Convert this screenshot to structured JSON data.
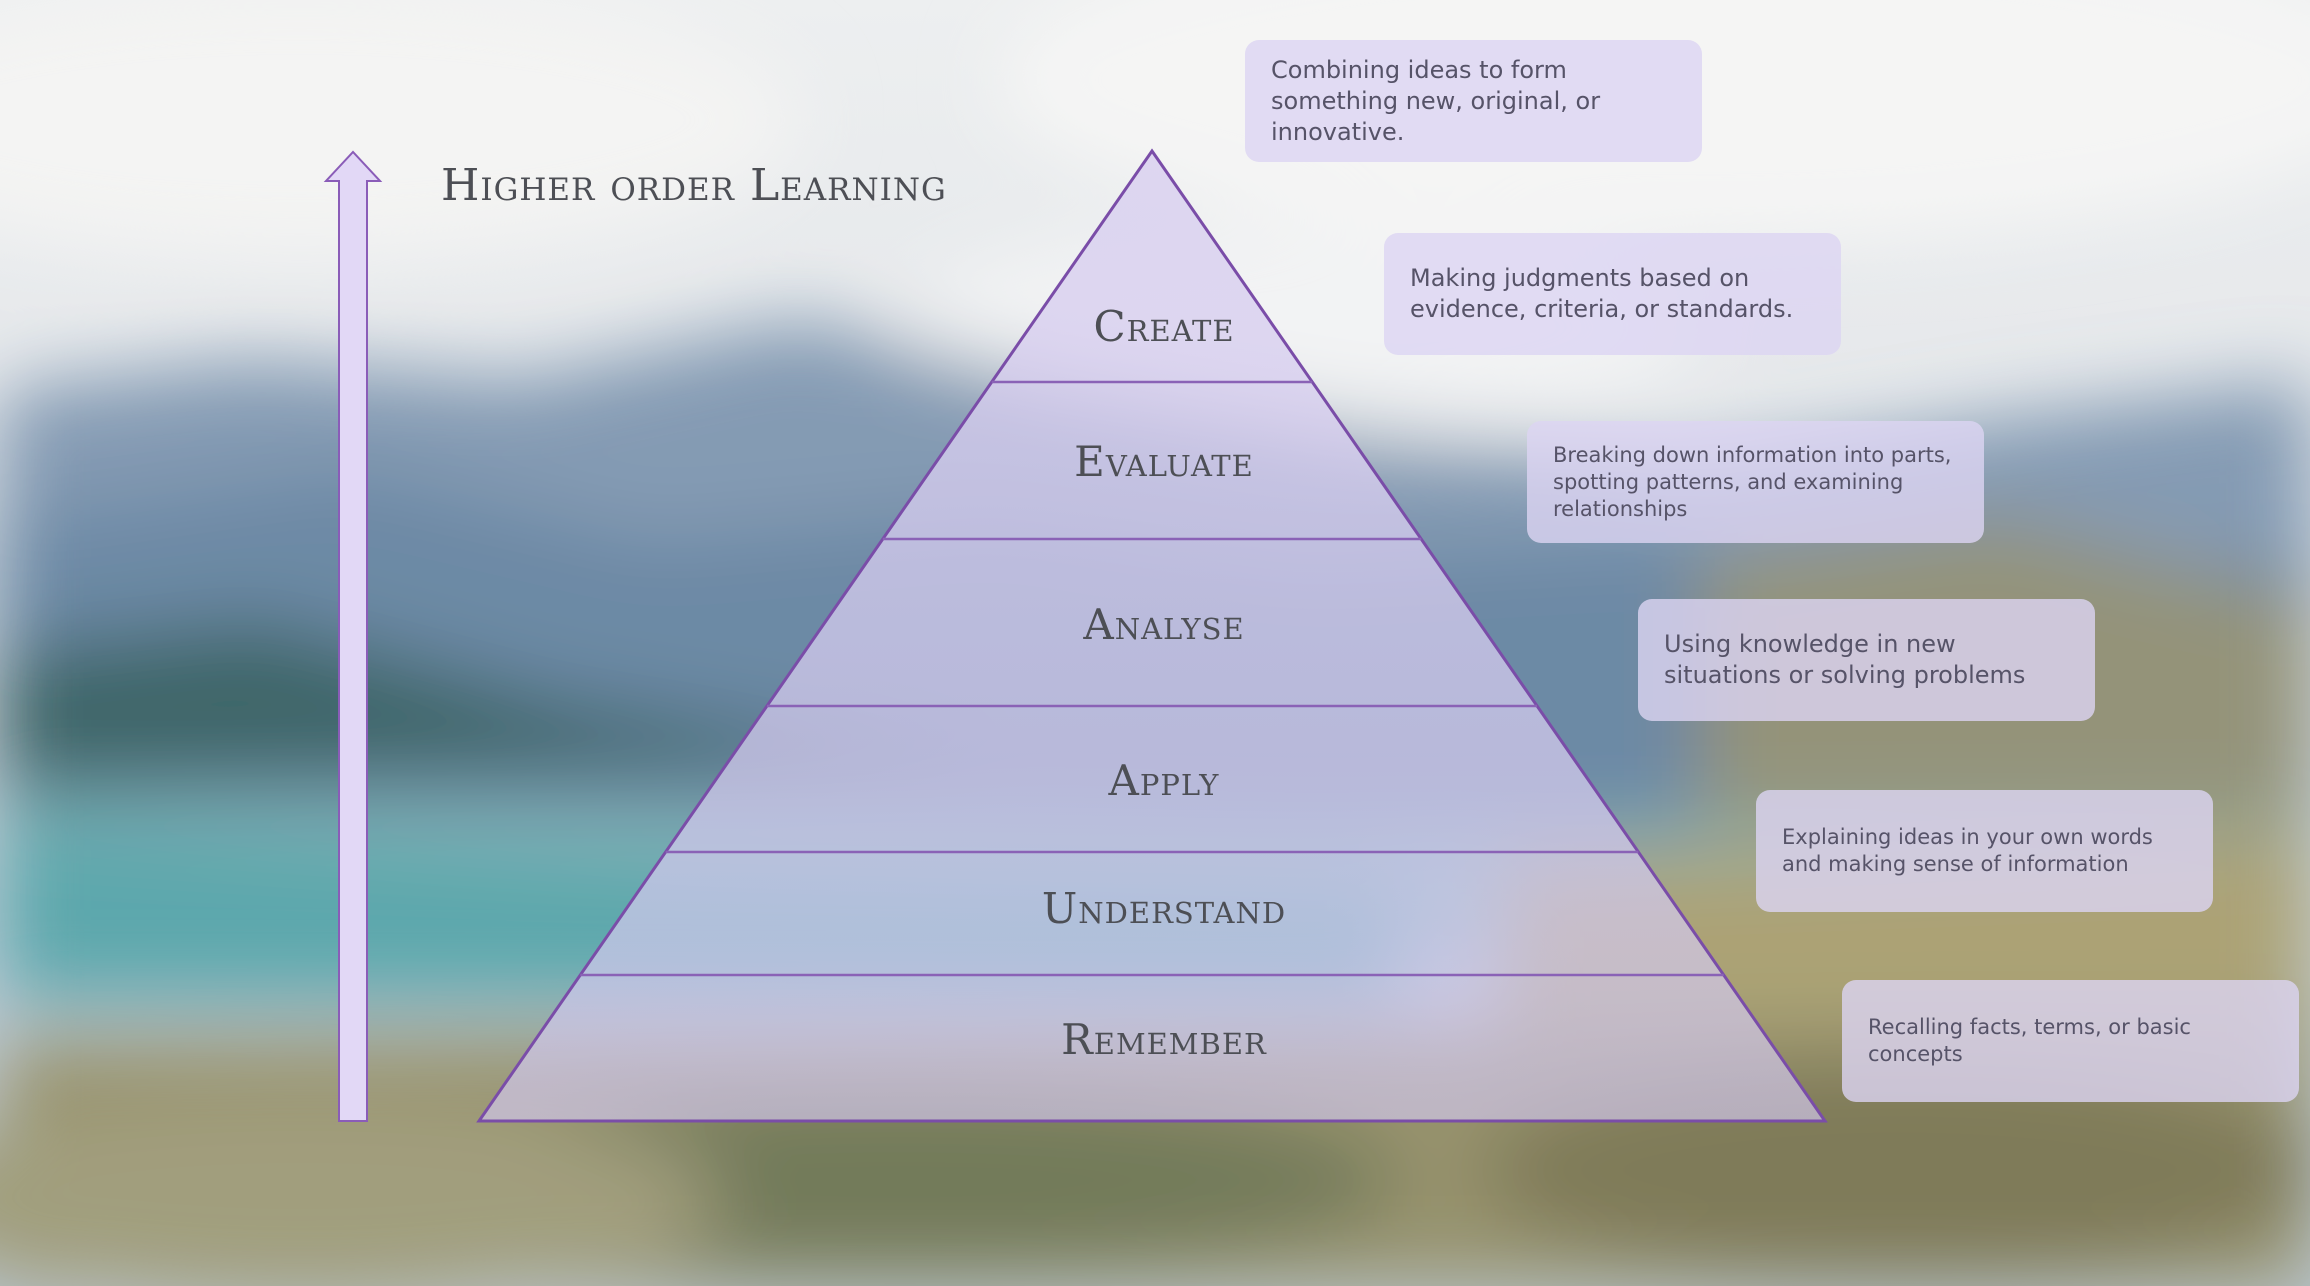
{
  "heading": "Higher order Learning",
  "levels": [
    {
      "name": "Create",
      "description": "Combining ideas to form something new, original, or innovative."
    },
    {
      "name": "Evaluate",
      "description": "Making judgments based on evidence, criteria, or standards."
    },
    {
      "name": "Analyse",
      "description": "Breaking down information into parts, spotting patterns, and examining relationships"
    },
    {
      "name": "Apply",
      "description": "Using knowledge in new situations or solving problems"
    },
    {
      "name": "Understand",
      "description": "Explaining ideas in your own words and making sense of information"
    },
    {
      "name": "Remember",
      "description": "Recalling facts, terms, or basic concepts"
    }
  ],
  "colors": {
    "accent": "#7a4da8",
    "pyramid_fill": "#d9d0f0",
    "card_fill": "#dcd4f2",
    "text": "#4d4f55"
  },
  "icons": {
    "arrow": "arrow-up-icon"
  }
}
